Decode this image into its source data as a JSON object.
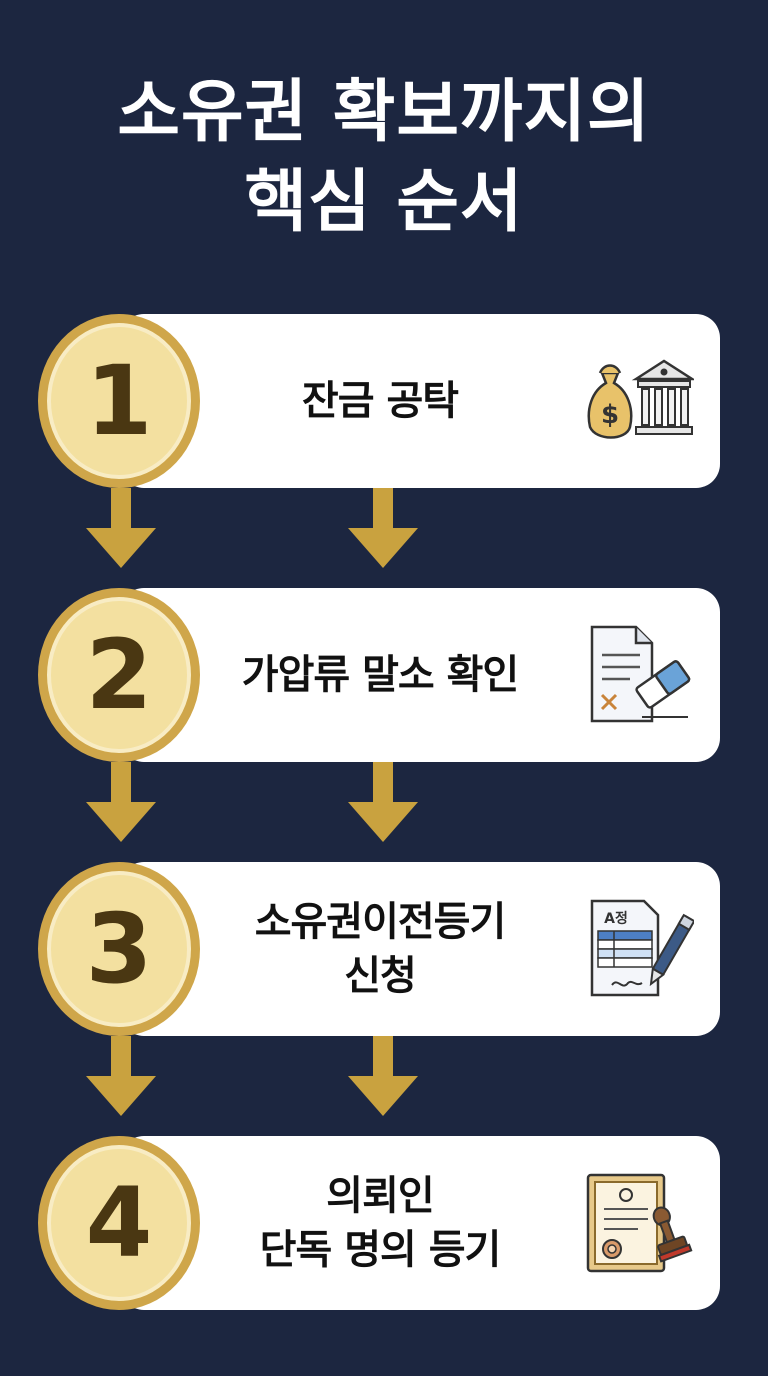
{
  "title": {
    "line1": "소유권 확보까지의",
    "line2": "핵심 순서"
  },
  "colors": {
    "background": "#1c2640",
    "card": "#ffffff",
    "badge_fill": "#f3e0a0",
    "badge_ring": "#cfa64a",
    "badge_text": "#4a3712",
    "arrow": "#c9a23f"
  },
  "steps": [
    {
      "number": "1",
      "lines": [
        "잔금 공탁"
      ],
      "icon": "money-bag-bank-icon"
    },
    {
      "number": "2",
      "lines": [
        "가압류 말소 확인"
      ],
      "icon": "document-eraser-icon"
    },
    {
      "number": "3",
      "lines": [
        "소유권이전등기",
        "신청"
      ],
      "icon": "application-form-pen-icon"
    },
    {
      "number": "4",
      "lines": [
        "의뢰인",
        "단독 명의 등기"
      ],
      "icon": "certificate-stamp-icon"
    }
  ],
  "icon_text": {
    "form_header": "A정"
  }
}
